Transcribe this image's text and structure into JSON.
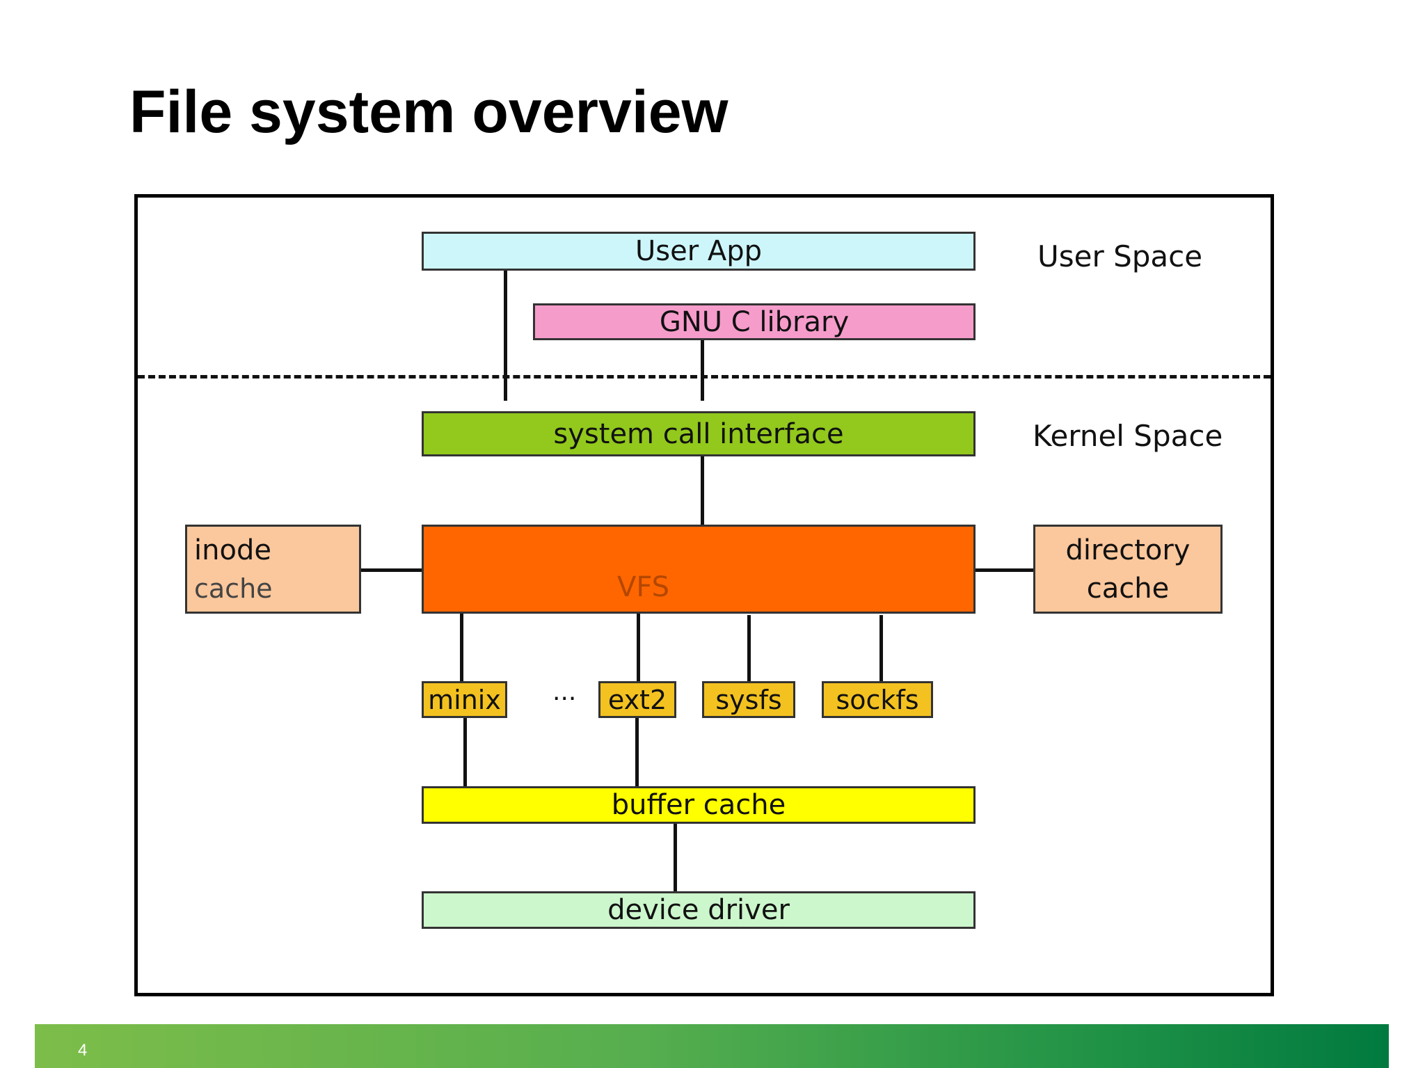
{
  "slide": {
    "title": "File system overview",
    "page_number": "4"
  },
  "diagram": {
    "regions": {
      "user_space": "User Space",
      "kernel_space": "Kernel Space"
    },
    "boxes": {
      "user_app": "User App",
      "gnu_c_library": "GNU C library",
      "system_call_interface": "system call interface",
      "vfs": "VFS",
      "inode_cache_line1": "inode",
      "inode_cache_line2": "cache",
      "directory_cache_line1": "directory",
      "directory_cache_line2": "cache",
      "minix": "minix",
      "ellipsis": "...",
      "ext2": "ext2",
      "sysfs": "sysfs",
      "sockfs": "sockfs",
      "buffer_cache": "buffer cache",
      "device_driver": "device driver"
    },
    "colors": {
      "user_app": "#cdf6fb",
      "gnu_c_library": "#f59ccb",
      "system_call_interface": "#92c91c",
      "vfs": "#ff6600",
      "vfs_text": "#b34700",
      "cache": "#fbc79c",
      "filesystem": "#f3c220",
      "buffer_cache": "#ffff00",
      "device_driver": "#ccf6cc",
      "footer_start": "#7dbd4a",
      "footer_end": "#017a3f"
    }
  }
}
